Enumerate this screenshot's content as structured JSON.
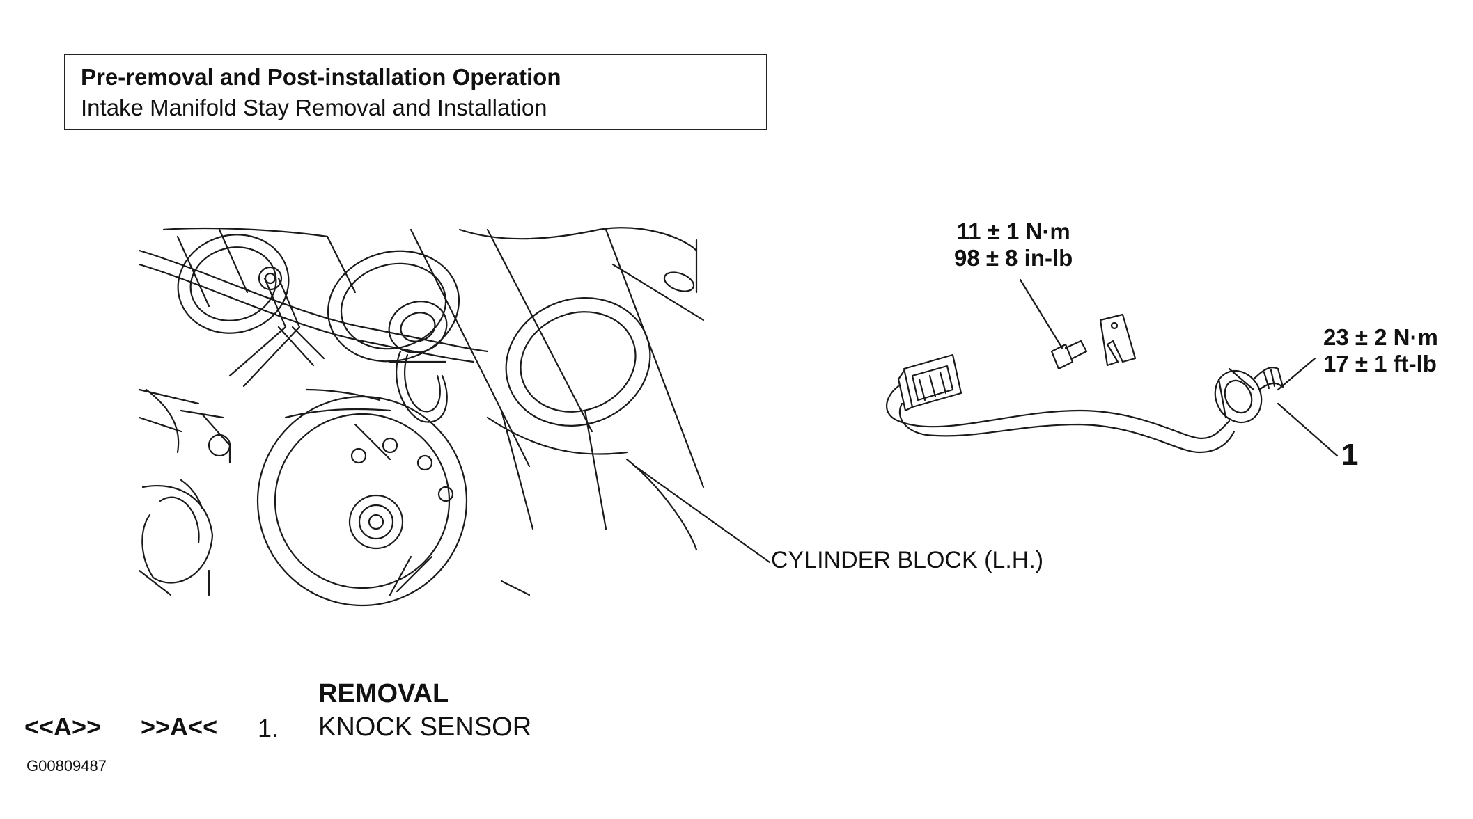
{
  "header": {
    "title": "Pre-removal and Post-installation Operation",
    "subtitle": "Intake Manifold Stay Removal and Installation"
  },
  "callouts": {
    "bolt_torque_nm": "11 ± 1 N·m",
    "bolt_torque_inlb": "98 ± 8 in-lb",
    "sensor_torque_nm": "23 ± 2 N·m",
    "sensor_torque_ftlb": "17 ± 1 ft-lb",
    "part_number": "1",
    "cylinder_block": "CYLINDER BLOCK (L.H.)"
  },
  "removal": {
    "heading": "REMOVAL",
    "items": [
      {
        "install_ref": "<<A>>",
        "remove_ref": ">>A<<",
        "number": "1.",
        "name": "KNOCK SENSOR"
      }
    ]
  },
  "figure_id": "G00809487"
}
